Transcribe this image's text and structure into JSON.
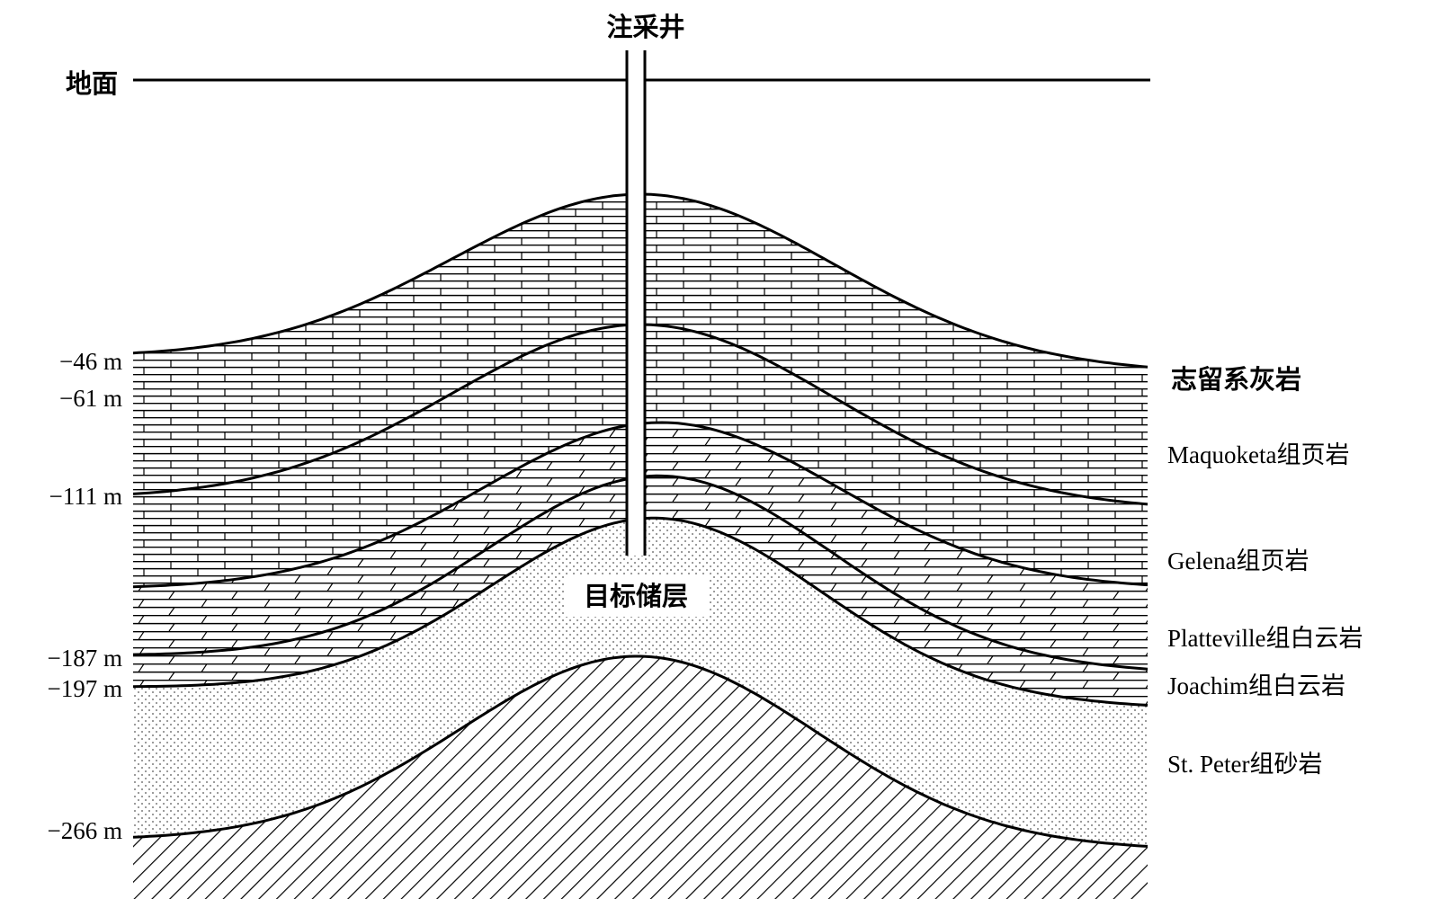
{
  "title": {
    "well": "注采井",
    "ground": "地面",
    "reservoir": "目标储层"
  },
  "depth_labels": [
    {
      "key": "d46",
      "text": "−46 m"
    },
    {
      "key": "d61",
      "text": "−61 m"
    },
    {
      "key": "d111",
      "text": "−111 m"
    },
    {
      "key": "d187",
      "text": "−187 m"
    },
    {
      "key": "d197",
      "text": "−197 m"
    },
    {
      "key": "d266",
      "text": "−266 m"
    }
  ],
  "formations": [
    {
      "key": "silurian",
      "name": "志留系灰岩",
      "pattern": "limestone"
    },
    {
      "key": "maquoketa",
      "name": "Maquoketa组页岩",
      "pattern": "limestone"
    },
    {
      "key": "galena",
      "name": "Gelena组页岩",
      "pattern": "dolomite"
    },
    {
      "key": "platteville",
      "name": "Platteville组白云岩",
      "pattern": "dolomite"
    },
    {
      "key": "joachim",
      "name": "Joachim组白云岩",
      "pattern": "dolomite"
    },
    {
      "key": "stpeter",
      "name": "St. Peter组砂岩",
      "pattern": "sandstone"
    }
  ],
  "colors": {
    "line": "#000000",
    "background": "#ffffff",
    "sand_dot": "#555555"
  }
}
